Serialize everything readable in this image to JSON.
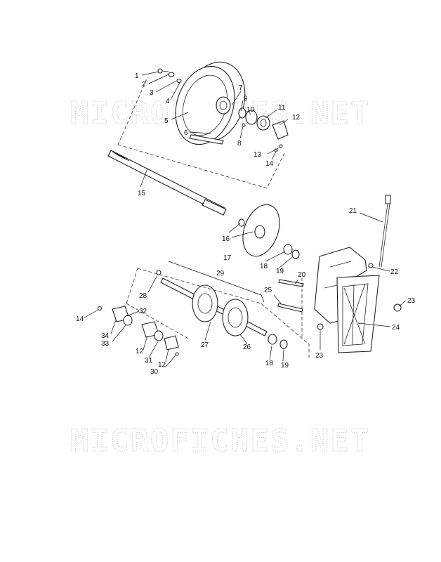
{
  "watermark": {
    "text": "MICROFICHES.NET"
  },
  "callouts": {
    "c1": "1",
    "c2": "2",
    "c3": "3",
    "c4": "4",
    "c5": "5",
    "c6": "6",
    "c7": "7",
    "c8": "8",
    "c9": "9",
    "c10": "10",
    "c11": "11",
    "c12": "12",
    "c13": "13",
    "c14": "14",
    "c15": "15",
    "c16": "16",
    "c17": "17",
    "c18": "18",
    "c19": "19",
    "c20": "20",
    "c21": "21",
    "c22": "22",
    "c23": "23",
    "c24": "24",
    "c25": "25",
    "c23b": "23",
    "c18b": "18",
    "c19b": "19",
    "c26": "26",
    "c27": "27",
    "c28": "28",
    "c29": "29",
    "c14b": "14",
    "c34": "34",
    "c32": "32",
    "c33": "33",
    "c12b": "12",
    "c31": "31",
    "c12c": "12",
    "c30": "30"
  }
}
